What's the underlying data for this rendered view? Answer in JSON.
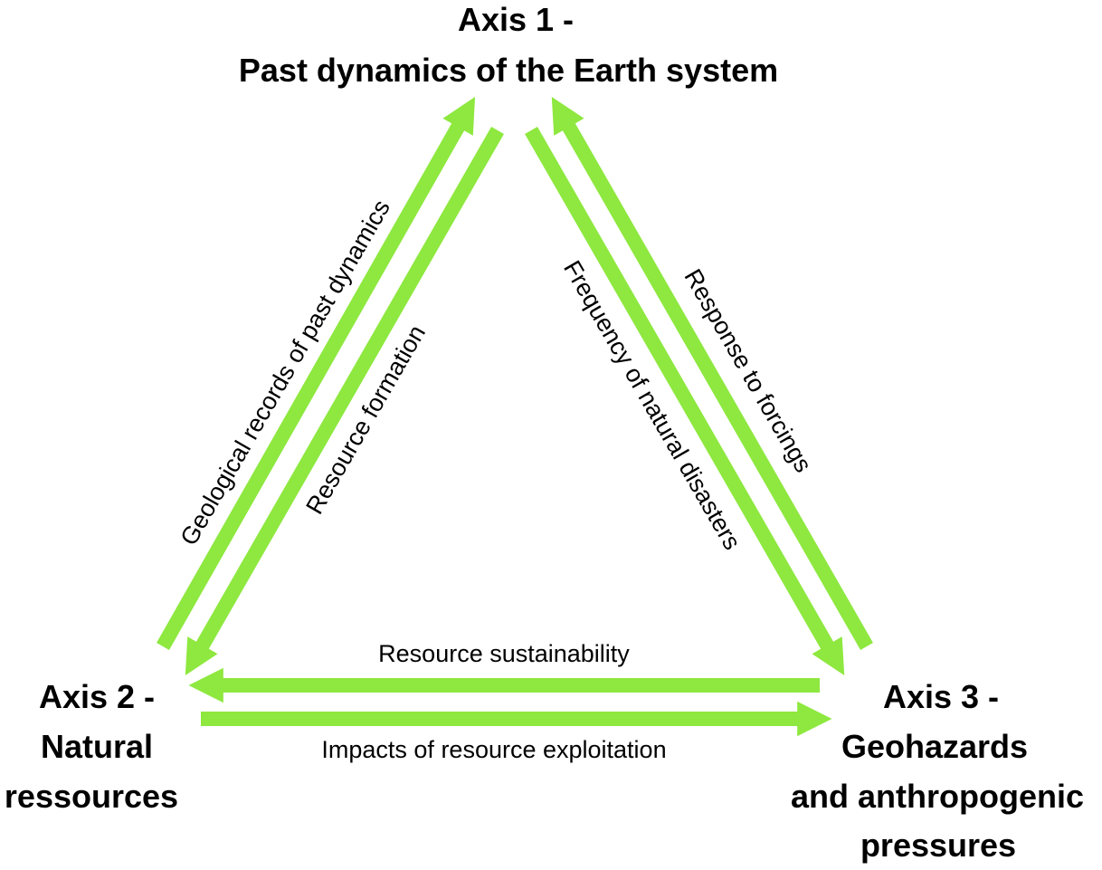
{
  "colors": {
    "arrow": "#8ee83f",
    "text": "#000000",
    "background": "#ffffff"
  },
  "nodes": {
    "axis1": {
      "line1": "Axis 1 -",
      "line2": "Past dynamics of the Earth system"
    },
    "axis2": {
      "line1": "Axis 2 -",
      "line2": "Natural",
      "line3": "ressources"
    },
    "axis3": {
      "line1": "Axis 3 -",
      "line2": "Geohazards",
      "line3": "and anthropogenic",
      "line4": "pressures"
    }
  },
  "edges": {
    "geological_records": "Geological records of past dynamics",
    "resource_formation": "Resource formation",
    "frequency_disasters": "Frequency of natural disasters",
    "response_forcings": "Response to forcings",
    "resource_sustainability": "Resource sustainability",
    "impacts_exploitation": "Impacts of resource exploitation"
  }
}
